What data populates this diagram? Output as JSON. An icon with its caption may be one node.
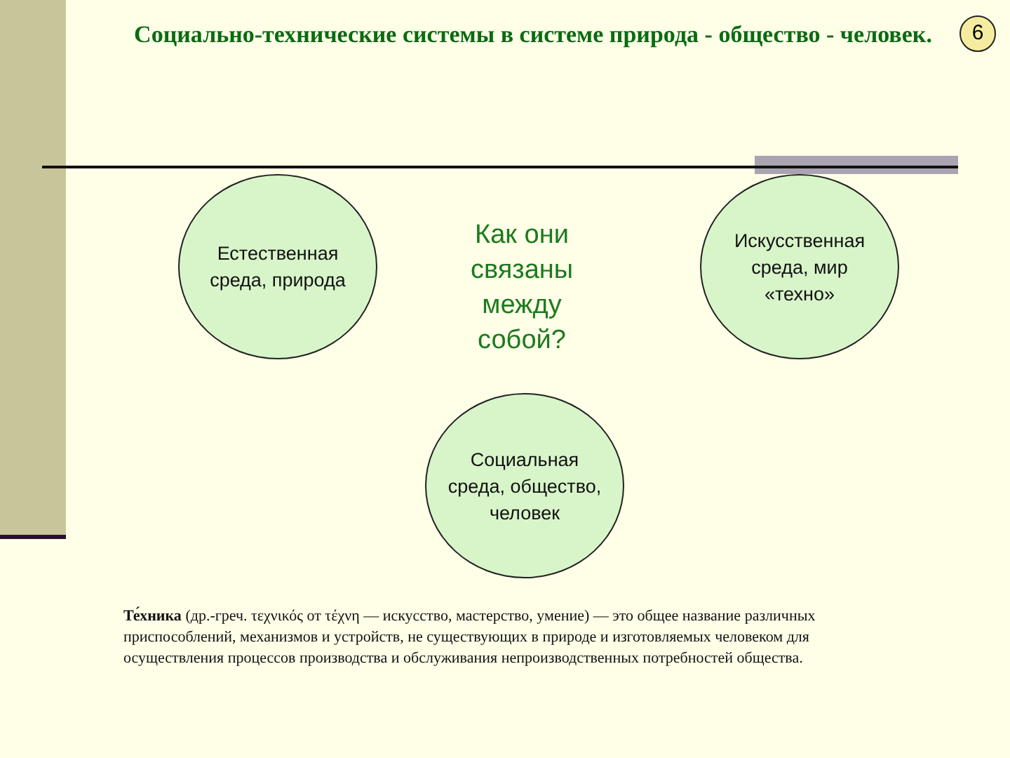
{
  "diagram": {
    "title": "Социально-технические системы в системе природа - общество - человек.",
    "nodes": [
      {
        "text": [
          "Естественная среда, природа"
        ]
      },
      {
        "text": [
          "Искусственная среда, мир «техно»"
        ]
      },
      {
        "text": [
          "Социальная среда, общество, человек"
        ]
      }
    ],
    "labels": [
      "6",
      "Как они связаны между собой?",
      "**Те́хника** (др.-греч. τεχνικός от τέχνη — искусство, мастерство, умение) — это общее название различных приспособлений, механизмов и устройств, не существующих в природе и изготовляемых человеком для осуществления процессов производства и обслуживания непроизводственных потребностей общества."
    ]
  }
}
